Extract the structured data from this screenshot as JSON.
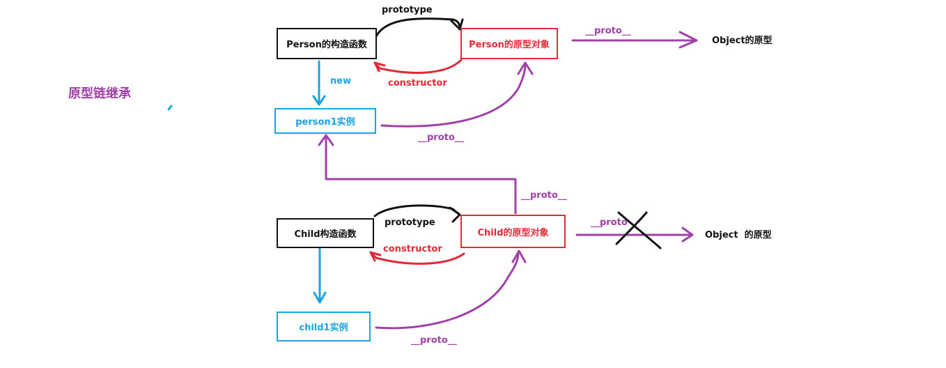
{
  "title": "原型链继承",
  "nodes": {
    "person_ctor": "Person的构造函数",
    "person_proto": "Person的原型对象",
    "person1": "person1实例",
    "object_proto_top": "Object的原型",
    "child_ctor": "Child构造函数",
    "child_proto": "Child的原型对象",
    "child1": "child1实例",
    "object_proto_bottom": "Object  的原型"
  },
  "edges": {
    "prototype_top": "prototype",
    "constructor_top": "constructor",
    "new": "new",
    "proto_person_object": "__proto__",
    "proto_person1": "__proto__",
    "proto_child_proto": "__proto__",
    "prototype_bottom": "prototype",
    "constructor_bottom": "constructor",
    "proto_child_object": "__proto",
    "proto_child1": "__proto__"
  },
  "colors": {
    "black": "#111111",
    "red": "#e02a36",
    "blue": "#1aa3e0",
    "purple": "#a040a8"
  }
}
